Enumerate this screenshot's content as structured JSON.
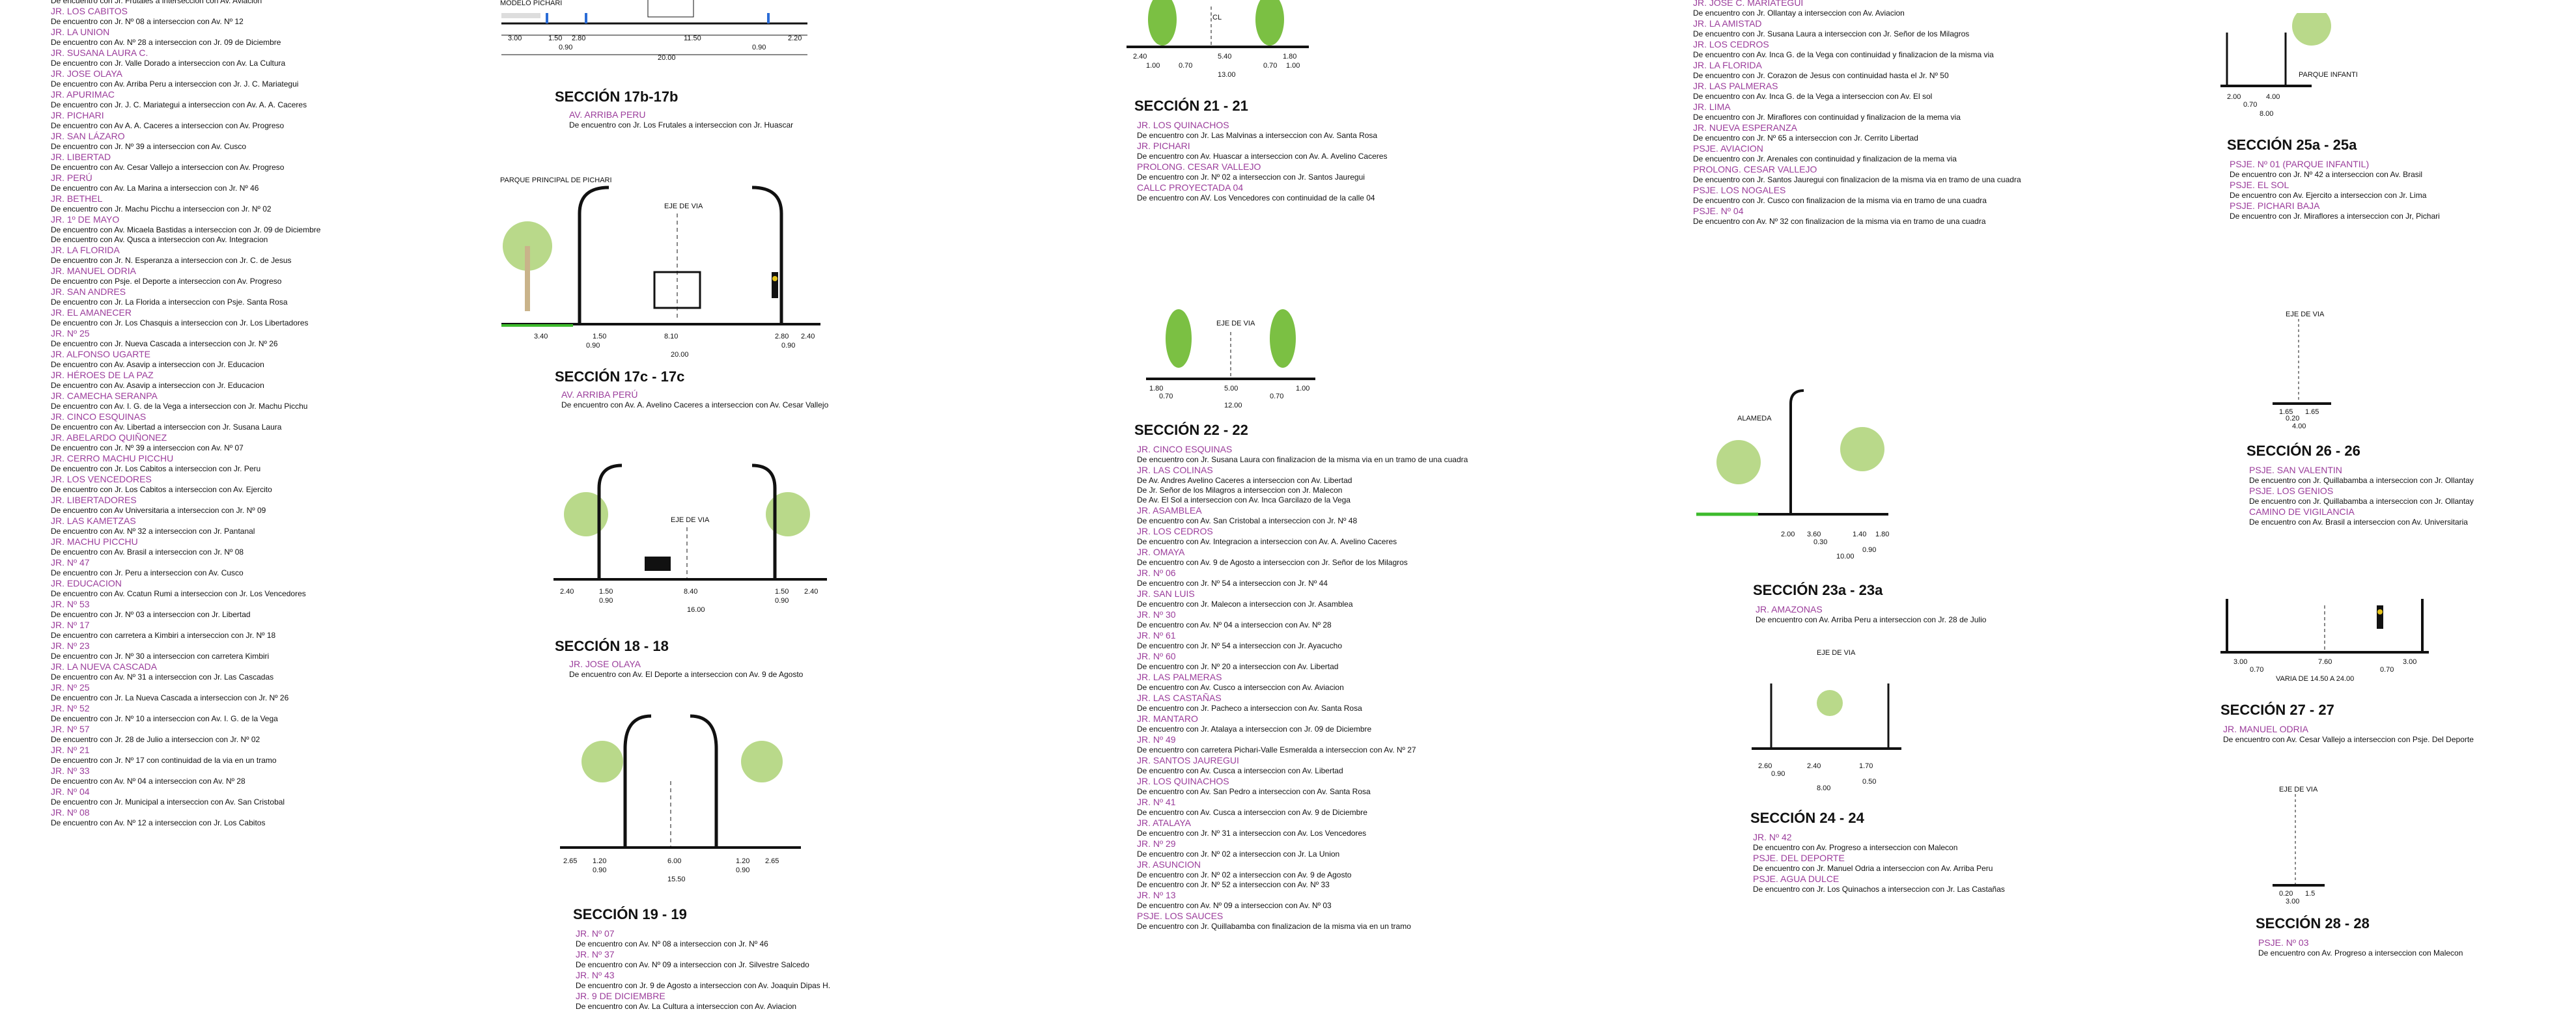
{
  "colors": {
    "street": "#9b3d9b",
    "text": "#111111",
    "vegetation": "#7bc043",
    "ground": "#3dbb2c",
    "curb": "#2b6cd6"
  },
  "left_list": [
    {
      "street": "",
      "desc": "De encuentro con Jr. Frutales a interseccion con Av. Aviacion"
    },
    {
      "street": "JR. LOS CABITOS",
      "desc": "De encuentro con Jr. Nº 08 a interseccion con Av. Nº 12"
    },
    {
      "street": "JR. LA UNION",
      "desc": "De encuentro con Av. Nº 28 a interseccion con Jr. 09 de Diciembre"
    },
    {
      "street": "JR. SUSANA LAURA C.",
      "desc": "De encuentro con Jr. Valle Dorado a interseccion con Av. La Cultura"
    },
    {
      "street": "JR. JOSE OLAYA",
      "desc": "De encuentro con Av. Arriba Peru a interseccion con Jr. J. C. Mariategui"
    },
    {
      "street": "JR. APURIMAC",
      "desc": "De encuentro con Jr. J. C. Mariategui a interseccion con Av. A. A. Caceres"
    },
    {
      "street": "JR. PICHARI",
      "desc": "De encuentro con Av A. A. Caceres a interseccion con Av. Progreso"
    },
    {
      "street": "JR. SAN LÁZARO",
      "desc": "De encuentro con Jr. Nº 39 a interseccion con Av. Cusco"
    },
    {
      "street": "JR. LIBERTAD",
      "desc": "De encuentro con Av. Cesar Vallejo a interseccion con Av. Progreso"
    },
    {
      "street": "JR. PERÚ",
      "desc": "De encuentro con Av. La Marina a interseccion con Jr. Nº 46"
    },
    {
      "street": "JR. BETHEL",
      "desc": "De encuentro con Jr. Machu Picchu a interseccion con Jr. Nº 02"
    },
    {
      "street": "JR. 1º DE MAYO",
      "desc": "De encuentro con Av. Micaela Bastidas a interseccion con Jr. 09 de Diciembre",
      "desc2": "De encuentro con Av. Qusca a interseccion con Av. Integracion"
    },
    {
      "street": "JR. LA FLORIDA",
      "desc": "De encuentro con Jr. N. Esperanza a interseccion con Jr. C. de Jesus"
    },
    {
      "street": "JR. MANUEL ODRIA",
      "desc": "De encuentro con Psje. el Deporte a interseccion con Av. Progreso"
    },
    {
      "street": "JR. SAN ANDRES",
      "desc": "De encuentro con Jr. La Florida a interseccion con Psje. Santa Rosa"
    },
    {
      "street": "JR. EL AMANECER",
      "desc": "De encuentro con Jr. Los Chasquis a interseccion con Jr. Los Libertadores"
    },
    {
      "street": "JR. Nº 25",
      "desc": "De encuentro con Jr. Nueva Cascada a interseccion con Jr. Nº 26"
    },
    {
      "street": "JR. ALFONSO UGARTE",
      "desc": "De encuentro con Av. Asavip a interseccion con Jr. Educacion"
    },
    {
      "street": "JR. HÉROES DE LA PAZ",
      "desc": "De encuentro con Av. Asavip a interseccion con Jr. Educacion"
    },
    {
      "street": "JR. CAMECHA SERANPA",
      "desc": "De encuentro con Av. I. G. de la Vega a interseccion con Jr. Machu Picchu"
    },
    {
      "street": "JR. CINCO ESQUINAS",
      "desc": "De encuentro con Av. Libertad a interseccion con Jr. Susana Laura"
    },
    {
      "street": "JR. ABELARDO QUIÑONEZ",
      "desc": "De encuentro con Jr. Nº 39 a interseccion con Av. Nº 07"
    },
    {
      "street": "JR. CERRO MACHU PICCHU",
      "desc": "De encuentro con Jr. Los Cabitos a interseccion con Jr. Peru"
    },
    {
      "street": "JR. LOS VENCEDORES",
      "desc": "De encuentro con Jr. Los Cabitos a interseccion con Av. Ejercito"
    },
    {
      "street": "JR. LIBERTADORES",
      "desc": "De encuentro con Av Universitaria a interseccion con Jr. Nº 09"
    },
    {
      "street": "JR. LAS KAMETZAS",
      "desc": "De encuentro con Av. Nº 32 a interseccion con Jr. Pantanal"
    },
    {
      "street": "JR. MACHU PICCHU",
      "desc": "De encuentro con Av. Brasil a interseccion con Jr. Nº 08"
    },
    {
      "street": "JR. Nº 47",
      "desc": "De encuentro con Jr. Peru a interseccion con Av. Cusco"
    },
    {
      "street": "JR. EDUCACION",
      "desc": "De encuentro con Av. Ccatun Rumi a interseccion con Jr. Los Vencedores"
    },
    {
      "street": "JR. Nº 53",
      "desc": "De encuentro con Jr. Nº 03 a interseccion con Jr. Libertad"
    },
    {
      "street": "JR. Nº 17",
      "desc": "De encuentro con carretera a Kimbiri a interseccion con Jr. Nº 18"
    },
    {
      "street": "JR. Nº 23",
      "desc": "De encuentro con Jr. Nº 30 a interseccion con carretera Kimbiri"
    },
    {
      "street": "JR. LA NUEVA CASCADA",
      "desc": "De encuentro con Av. Nº 31 a interseccion con Jr. Las Cascadas"
    },
    {
      "street": "JR. Nº 25",
      "desc": "De encuentro con Jr. La Nueva Cascada a interseccion con Jr. Nº 26"
    },
    {
      "street": "JR. Nº 52",
      "desc": "De encuentro con Jr. Nº 10 a interseccion con Av. I. G. de la Vega"
    },
    {
      "street": "JR. Nº 57",
      "desc": "De encuentro con Jr. 28 de Julio a interseccion con Jr. Nº 02"
    },
    {
      "street": "JR. Nº 21",
      "desc": "De encuentro con Jr. Nº 17 con continuidad de la via en un tramo"
    },
    {
      "street": "JR. Nº 33",
      "desc": "De encuentro con Av. Nº 04 a interseccion con Av. Nº 28"
    },
    {
      "street": "JR. Nº 04",
      "desc": "De encuentro con Jr. Municipal a interseccion con Av. San Cristobal"
    },
    {
      "street": "JR. Nº 08",
      "desc": "De encuentro con Av. Nº 12 a interseccion con Jr. Los Cabitos"
    }
  ],
  "sections_col2": [
    {
      "title": "SECCIÓN 17b-17b",
      "street": "AV. ARRIBA PERU",
      "desc": "De encuentro con Jr. Los Frutales a interseccion con Jr. Huascar"
    },
    {
      "title": "SECCIÓN 17c - 17c",
      "street": "AV. ARRIBA PERÚ",
      "desc": "De encuentro con Av. A. Avelino Caceres a interseccion con Av. Cesar Vallejo"
    },
    {
      "title": "SECCIÓN 18 - 18",
      "street": "JR. JOSE OLAYA",
      "desc": "De encuentro con Av. El Deporte a interseccion con Av. 9 de Agosto"
    },
    {
      "title": "SECCIÓN 19 - 19",
      "items": [
        {
          "street": "JR. Nº 07",
          "desc": "De encuentro con Av. Nº 08 a interseccion con Jr. Nº 46"
        },
        {
          "street": "JR. Nº 37",
          "desc": "De encuentro con Av. Nº 09 a interseccion con Jr. Silvestre Salcedo"
        },
        {
          "street": "JR. Nº 43",
          "desc": "De encuentro con Jr. 9 de Agosto a interseccion con Av. Joaquin Dipas H."
        },
        {
          "street": "JR. 9 DE DICIEMBRE",
          "desc": "De encuentro con Av. La Cultura a interseccion con Av. Aviacion"
        }
      ]
    }
  ],
  "col2_labels": {
    "modelo": "MODELO PICHARI",
    "parque": "PARQUE PRINCIPAL DE PICHARI",
    "eje": "EJE DE VIA"
  },
  "dims": {
    "s17b": [
      "3.00",
      "1.50",
      "2.80",
      "11.50",
      "2.20",
      "0.90",
      "0.90",
      "20.00"
    ],
    "s17c": [
      "3.40",
      "1.50",
      "8.10",
      "2.80",
      "2.40",
      "0.90",
      "0.90",
      "20.00"
    ],
    "s18": [
      "2.40",
      "1.50",
      "8.40",
      "1.50",
      "2.40",
      "0.90",
      "0.90",
      "16.00"
    ],
    "s19": [
      "2.65",
      "1.20",
      "6.00",
      "1.20",
      "2.65",
      "0.90",
      "0.90",
      "15.50"
    ],
    "s21": [
      "2.40",
      "1.00",
      "5.40",
      "0.70",
      "1.80",
      "0.70",
      "1.00",
      "13.00"
    ],
    "s22": [
      "1.80",
      "0.70",
      "5.00",
      "0.70",
      "1.00",
      "12.00"
    ],
    "s23": [
      "2.00",
      "3.60",
      "1.40",
      "1.80",
      "0.30",
      "0.90",
      "10.00"
    ],
    "s24": [
      "2.60",
      "2.40",
      "1.70",
      "0.90",
      "0.50",
      "8.00"
    ],
    "s25": [
      "2.00",
      "4.00",
      "0.70",
      "8.00"
    ],
    "s26": [
      "1.65",
      "1.65",
      "0.20",
      "4.00"
    ],
    "s27": [
      "3.00",
      "7.60",
      "3.00",
      "0.70",
      "0.70",
      "VARIA DE 14.50 A 24.00"
    ],
    "s28": [
      "0.20",
      "1.5",
      "3.00"
    ]
  },
  "sections_col3": [
    {
      "title": "SECCIÓN 21 - 21",
      "items": [
        {
          "street": "JR. LOS QUINACHOS",
          "desc": "De encuentro con Jr. Las Malvinas a interseccion con Av. Santa Rosa"
        },
        {
          "street": "JR. PICHARI",
          "desc": "De encuentro con Av. Huascar a interseccion con Av. A. Avelino Caceres"
        },
        {
          "street": "PROLONG. CESAR VALLEJO",
          "desc": "De encuentro con Jr. Nº 02 a interseccion con Jr. Santos Jauregui"
        },
        {
          "street": "CALLC PROYECTADA 04",
          "desc": "De encuentro con AV. Los Vencedores con continuidad de la calle 04"
        }
      ]
    },
    {
      "title": "SECCIÓN 22 - 22",
      "items": [
        {
          "street": "JR. CINCO ESQUINAS",
          "desc": "De encuentro con Jr. Susana Laura con finalizacion de la misma via en un tramo de una cuadra"
        },
        {
          "street": "JR. LAS COLINAS",
          "desc": "De Av. Andres Avelino Caceres a interseccion con Av. Libertad",
          "desc2": "De Jr. Señor de los Milagros a interseccion con Jr. Malecon",
          "desc3": "De Av. El Sol a interseccion con Av. Inca Garcilazo de la Vega"
        },
        {
          "street": "JR. ASAMBLEA",
          "desc": "De encuentro con Av. San Cristobal a interseccion con Jr. Nº 48"
        },
        {
          "street": "JR. LOS CEDROS",
          "desc": "De encuentro con Av. Integracion a interseccion con Av. A. Avelino Caceres"
        },
        {
          "street": "JR. OMAYA",
          "desc": "De encuentro con Av. 9 de Agosto a interseccion con Jr. Señor de los Milagros"
        },
        {
          "street": "JR. Nº 06",
          "desc": "De encuentro con Jr. Nº 54 a interseccion con Jr. Nº 44"
        },
        {
          "street": "JR. SAN LUIS",
          "desc": "De encuentro con Jr. Malecon a interseccion con Jr. Asamblea"
        },
        {
          "street": "JR. Nº 30",
          "desc": "De encuentro con Av. Nº 04 a interseccion con Av. Nº 28"
        },
        {
          "street": "JR. Nº 61",
          "desc": "De encuentro con Jr. Nº 54 a interseccion con Jr. Ayacucho"
        },
        {
          "street": "JR. Nº 60",
          "desc": "De encuentro con Jr. Nº 20 a interseccion con Av. Libertad"
        },
        {
          "street": "JR. LAS PALMERAS",
          "desc": "De encuentro con Av. Cusco a interseccion con Av. Aviacion"
        },
        {
          "street": "JR. LAS CASTAÑAS",
          "desc": "De encuentro con Jr. Pacheco a interseccion con Av. Santa Rosa"
        },
        {
          "street": "JR. MANTARO",
          "desc": "De encuentro con Jr. Atalaya a interseccion con Jr. 09 de Diciembre"
        },
        {
          "street": "JR. Nº 49",
          "desc": "De encuentro con carretera Pichari-Valle Esmeralda a interseccion con Av. Nº 27"
        },
        {
          "street": "JR. SANTOS JAUREGUI",
          "desc": "De encuentro con Av. Cusca a interseccion con Av. Libertad"
        },
        {
          "street": "JR. LOS QUINACHOS",
          "desc": "De encuentro con Av. San Pedro a interseccion con Av. Santa Rosa"
        },
        {
          "street": "JR. Nº 41",
          "desc": "De encuentro con Av. Cusca a interseccion con Av. 9 de Diciembre"
        },
        {
          "street": "JR. ATALAYA",
          "desc": "De encuentro con Jr. Nº 31 a interseccion con Av. Los Vencedores"
        },
        {
          "street": "JR. Nº 29",
          "desc": "De encuentro con Jr. Nº 02 a interseccion con Jr. La Union"
        },
        {
          "street": "JR. ASUNCION",
          "desc": "De encuentro con Jr. Nº 02 a interseccion con Av. 9 de Agosto",
          "desc2": "De encuentro con Jr. Nº 52 a interseccion con Av. Nº 33"
        },
        {
          "street": "JR. Nº 13",
          "desc": "De encuentro con Av. Nº 09 a interseccion con Av. Nº 03"
        },
        {
          "street": "PSJE. LOS SAUCES",
          "desc": "De encuentro con Jr. Quillabamba con finalizacion de la misma via en un tramo"
        }
      ]
    }
  ],
  "col4_top": [
    {
      "street": "JR. JOSE C. MARIATEGUI",
      "desc": "De encuentro con Jr. Ollantay a interseccion con Av. Aviacion"
    },
    {
      "street": "JR. LA AMISTAD",
      "desc": "De encuentro con Jr. Susana Laura a interseccion con Jr. Señor de los Milagros"
    },
    {
      "street": "JR. LOS CEDROS",
      "desc": "De encuentro con Av. Inca G. de la Vega con continuidad y finalizacion de la misma via"
    },
    {
      "street": "JR. LA FLORIDA",
      "desc": "De encuentro con Jr. Corazon de Jesus con continuidad hasta el Jr. Nº 50"
    },
    {
      "street": "JR. LAS PALMERAS",
      "desc": "De encuentro con Av. Inca G. de la Vega a interseccion con Av. El sol"
    },
    {
      "street": "JR. LIMA",
      "desc": "De encuentro con Jr. Miraflores con continuidad y finalizacion de la mema via"
    },
    {
      "street": "JR. NUEVA ESPERANZA",
      "desc": "De encuentro con Jr. Nº 65 a interseccion con Jr. Cerrito Libertad"
    },
    {
      "street": "PSJE. AVIACION",
      "desc": "De encuentro con Jr. Arenales con continuidad y finalizacion de la mema via"
    },
    {
      "street": "PROLONG. CESAR VALLEJO",
      "desc": "De encuentro con Jr. Santos Jauregui con finalizacion de la misma via en tramo de una cuadra"
    },
    {
      "street": "PSJE. LOS NOGALES",
      "desc": "De encuentro con Jr. Cusco con finalizacion de la misma via en tramo de una cuadra"
    },
    {
      "street": "PSJE. Nº 04",
      "desc": "De encuentro con Av. Nº 32 con finalizacion de la misma via en tramo de una cuadra"
    }
  ],
  "sections_col4": [
    {
      "title": "SECCIÓN 23a - 23a",
      "label": "ALAMEDA",
      "items": [
        {
          "street": "JR. AMAZONAS",
          "desc": "De encuentro con Av. Arriba Peru a interseccion con Jr. 28 de Julio"
        }
      ]
    },
    {
      "title": "SECCIÓN 24 - 24",
      "items": [
        {
          "street": "JR. Nº 42",
          "desc": "De encuentro con Av. Progreso a interseccion con Malecon"
        },
        {
          "street": "PSJE. DEL DEPORTE",
          "desc": "De encuentro con Jr. Manuel Odria a interseccion con Av. Arriba Peru"
        },
        {
          "street": "PSJE. AGUA DULCE",
          "desc": "De encuentro con Jr. Los Quinachos a interseccion con Jr. Las Castañas"
        }
      ]
    }
  ],
  "sections_col5": [
    {
      "title": "SECCIÓN 25a - 25a",
      "label": "PARQUE INFANTIL",
      "items": [
        {
          "street": "PSJE. Nº 01 (PARQUE INFANTIL)",
          "desc": "De encuentro con Jr. Nº 42 a interseccion con Av. Brasil"
        },
        {
          "street": "PSJE. EL SOL",
          "desc": "De encuentro con Av. Ejercito a interseccion con Jr. Lima"
        },
        {
          "street": "PSJE. PICHARI BAJA",
          "desc": "De encuentro con Jr. Miraflores a interseccion con Jr, Pichari"
        }
      ]
    },
    {
      "title": "SECCIÓN 26 - 26",
      "items": [
        {
          "street": "PSJE. SAN VALENTIN",
          "desc": "De encuentro con Jr. Quillabamba a interseccion con Jr. Ollantay"
        },
        {
          "street": "PSJE. LOS GENIOS",
          "desc": "De encuentro con Jr. Quillabamba a interseccion con Jr. Ollantay"
        },
        {
          "street": "CAMINO DE VIGILANCIA",
          "desc": "De encuentro con Av. Brasil a interseccion con Av. Universitaria"
        }
      ]
    },
    {
      "title": "SECCIÓN 27 - 27",
      "items": [
        {
          "street": "JR. MANUEL ODRIA",
          "desc": "De encuentro con Av. Cesar Vallejo a interseccion con Psje. Del Deporte"
        }
      ]
    },
    {
      "title": "SECCIÓN 28 - 28",
      "items": [
        {
          "street": "PSJE. Nº 03",
          "desc": "De encuentro con Av. Progreso a interseccion con Malecon"
        }
      ]
    }
  ],
  "icons": [
    "street-light-icon",
    "palm-tree-icon",
    "car-icon",
    "bus-icon",
    "traffic-light-icon",
    "bench-icon"
  ]
}
